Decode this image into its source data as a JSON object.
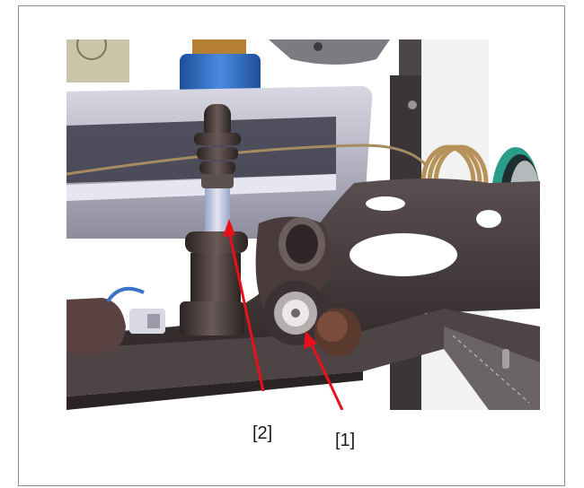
{
  "figure": {
    "type": "technical-illustration",
    "callouts": [
      {
        "id": "callout-2",
        "text": "[2]"
      },
      {
        "id": "callout-1",
        "text": "[1]"
      }
    ],
    "colors": {
      "arrow": "#e8101a",
      "frame": "#8c8c8c",
      "fitting_blue": "#2f6fc6",
      "metal_dark": "#3e3433",
      "tray_light": "#b9b8c8",
      "coil_gold": "#b7935a",
      "teal_ring": "#2a9c8a"
    }
  }
}
